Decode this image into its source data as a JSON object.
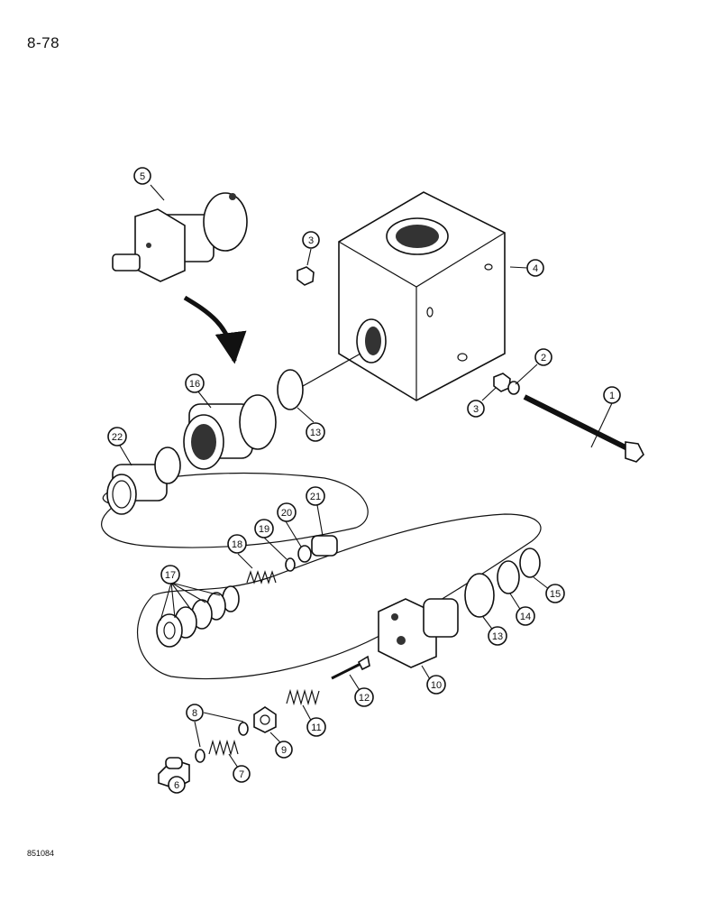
{
  "page": {
    "number": "8-78",
    "figure_code": "851084"
  },
  "callouts": {
    "c1": "1",
    "c2": "2",
    "c3a": "3",
    "c3b": "3",
    "c4": "4",
    "c5": "5",
    "c6": "6",
    "c7": "7",
    "c8": "8",
    "c9": "9",
    "c10": "10",
    "c11": "11",
    "c12": "12",
    "c13a": "13",
    "c13b": "13",
    "c14": "14",
    "c15": "15",
    "c16": "16",
    "c17": "17",
    "c18": "18",
    "c19": "19",
    "c20": "20",
    "c21": "21",
    "c22": "22"
  }
}
